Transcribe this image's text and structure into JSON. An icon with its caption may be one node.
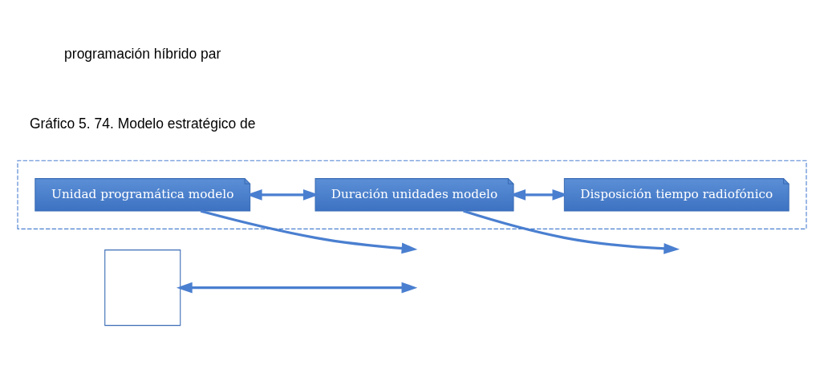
{
  "diagram": {
    "nodes": [
      {
        "text": [],
        "shape": "box"
      },
      {
        "text": [],
        "shape": "box"
      },
      {
        "text": [
          "Unidad programática modelo"
        ],
        "in": 1
      },
      {
        "text": [
          "Duración unidades modelo"
        ],
        "in": 1
      },
      {
        "text": [
          "Disposición tiempo radiofónico"
        ],
        "in": 1
      }
    ],
    "edges": [
      {
        "from": 0,
        "to": null,
        "arrow": "both"
      },
      {
        "from": 2,
        "to": null,
        "arrow": "to"
      },
      {
        "from": 2,
        "to": 3,
        "arrow": "both"
      },
      {
        "from": 3,
        "to": 4,
        "arrow": "both"
      },
      {
        "from": 3,
        "to": null,
        "arrow": "to"
      }
    ],
    "labels": [
      "Gráfico 5. 74. Modelo estratégico de",
      "programación híbrido par"
    ]
  }
}
